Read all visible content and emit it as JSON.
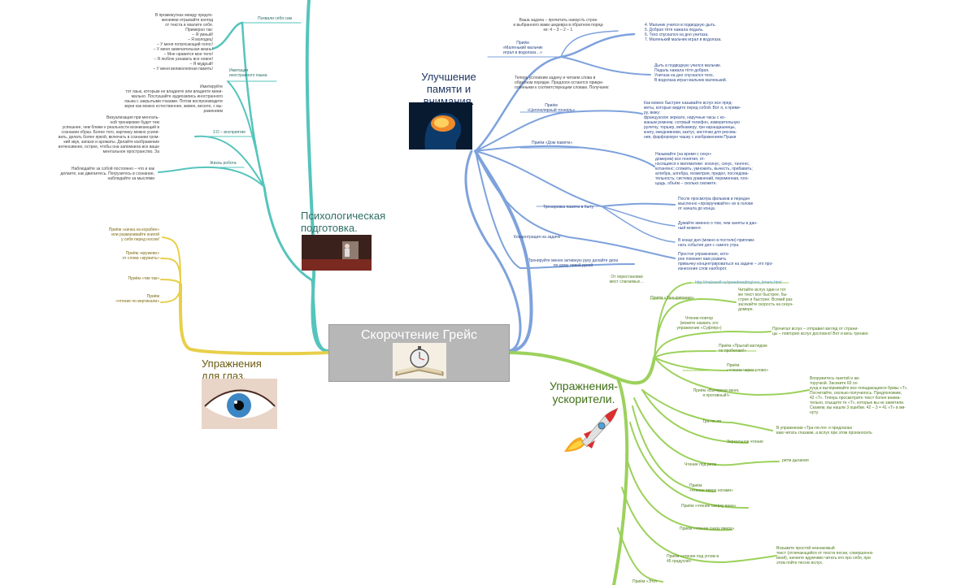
{
  "center": {
    "title": "Скорочтение Грейс"
  },
  "colors": {
    "psych": "#55c4bc",
    "memory": "#7ea2dc",
    "eyes": "#e8cf4a",
    "accel": "#9cd15c"
  },
  "branches": {
    "psych": {
      "title": "Психологическая\nподготовка.",
      "items": [
        {
          "label": "Похвали себя сам",
          "note": "В промежутках между предло-\nжениями отрывайте взгляд\nот текста и хвалите себя.\nПримерно так:\n– Я умный!\n– Я молодец!\n– У меня потрясающий голос!\n– У меня замечательная жизнь!\n– Мне нравится мое тело!\n– Я люблю узнавать все новое!\n– Я мудрый!\n– У меня великолепная память!"
        },
        {
          "label": "Имитация\nиностранного языка",
          "note": "Имитируйте\nтот язык, которым не владеете или владеете мини-\nмально. Послушайте аудиозапись иностранного\nязыка с закрытыми глазами. Потом воспроизводите\nзвуки как можно естественнее, живее, весело, с вы-\nражением"
        },
        {
          "label": "3 D – восприятие",
          "note": "Визуализация при менталь-\nной тренировке будет тем\nуспешнее, чем ближе к реальности возникающий в\nсознании образ. Более того, картинку можно усили-\nвать, делать более яркой, включать в сознании гром-\nкий звук, запахи и ароматы. Делайте изображение\nинтенсивнее, острее, чтобы она запомнила все ваше\nментальное пространство. За"
        },
        {
          "label": "Жизнь робота",
          "note": "Наблюдайте за собой постоянно – что и как\nделаете, как двигаетесь. Погрузитесь в сознание,\nнаблюдайте за мыслями"
        }
      ]
    },
    "memory": {
      "title": "Улучшение\nпамяти и\nвнимания.",
      "items": [
        {
          "label": "Приём\n«Маленький мальчик\nиграл в водолаза…»",
          "note": "Ваша задача – прочитать наизусть строк-\nи выбранного вами шедевра в обратном поряд-\nке: 4 – 3 – 2 – 1."
        },
        {
          "label": "Теперь усложним задачу и читаем слова в\nобратном порядке. Предлоги остаются прикре-\nплёнными к соответствующим словам. Получаем:"
        },
        {
          "label": "4. Мальчик учился в подводную дыть.\n5. Добрая тётя нажала педаль.\n6. Техо спускался на дно унитаза.\n7. Маленький мальчик играл в водолаза."
        },
        {
          "label": "Дыть в подводную учился мальчик.\nПедаль нажала тётя добрая.\nУнитаза на дно спускался техо,\nВ водолаза играл мальчик маленький."
        },
        {
          "label": "Приём\n«Целлюлярный тоннель»",
          "note": "Как можно быстрее называйте вслух все пред-\nметы, которые видите перед собой. Вот я, к приме-\nру, вижу:\nфранцузское зеркало, наручные часы с ко-\nжаным ремнем, сотовый телефон, измерительную\nрулетку, торшер, вебкамеру, три карандашницы,\nкнигу, ежедневники, кактус, кисточки для рисова-\nния, фарфоровую чашку с изображением Пушки"
        },
        {
          "label": "Приём «Дом памяти»",
          "note": "Называйте (на время с секун-\nдомером) все понятия, от-\nносящиеся к математике: косинус, синус, тангенс,\nкотангенс; сложить, умножить, вычесть, прибавить;\nалгебра, алгебра, геометрия, предел, последова-\nтельность; система уравнений, переменная, пло-\nщадь, объём – сколько сможете."
        },
        {
          "label": "Тренировка памяти в быту",
          "notes": [
            "После просмотра фильмов и передач\nмысленно «прокручивайте» их в голове\nот начала до конца.",
            "Думайте именно о том, чем заняты в дан-\nный момент.",
            "В конце дня (можно в постели) припоми-\nнать события дня с самого утра."
          ]
        },
        {
          "label": "Концентрация на задаче",
          "note": "Простое упражнение, кото-\nрое поможет вам развить\nпривычку концентрироваться на задаче – это про-\nизнесение слов наоборот."
        },
        {
          "label": "Тренируйте менее активную руку делайте дела\nпо дому левой рукой"
        }
      ]
    },
    "eyes": {
      "title": "Упражнения\nдля глаз.",
      "items": [
        {
          "label": "Приём «качка на корабле»\nили размахивайте книгой\nу себя перед носом!"
        },
        {
          "label": "Приём «кружево»\nот слова «кружить»"
        },
        {
          "label": "Приём «тик-так»"
        },
        {
          "label": "Приём\n«чтение по вертикали»"
        }
      ]
    },
    "accel": {
      "title": "Упражнения-\nускорители.",
      "items": [
        {
          "label": "От перестановки\nмест слагаемых…",
          "note": "http://makeself.ru/speedreading/vox_timers.html"
        },
        {
          "label": "Приём «Заныривание»",
          "note": "Читайте вслух один и тот\nже текст все быстрее, бы-\nстрее и быстрее. Всякий раз\nзасекайте скорость на секун-\nдомере."
        },
        {
          "label": "Чтение-повтор\n(можете назвать это\nупражнение «Суфлёр»)",
          "note": "Прочитал вслух – отправил взгляд от страни-\nцы – повторил вслух дословно! Вот и весь тренинг."
        },
        {
          "label": "Приём «Прыгай взглядом\nпо пробелам!»"
        },
        {
          "label": "Приём\n«чтение через слово»"
        },
        {
          "label": "Приём «Вычеркни меня,\nя противный!»",
          "note": "Вооружитесь газетой и ав-\nторучкой. Засеките 60 се-\nкунд и вычёркивайте все попадающиеся буквы «Т».\nПосчитайте, сколько получилось. Предположим,\n42 «Т». Теперь просмотрите текст более внима-\nтельно, отыщите те «Т», которые вы не заметили.\nСкажем, вы нашли 3 ошибки. 42 – 3 = 41 «Т» в ми-\nнуту."
        },
        {
          "label": "Тра-ля-ля",
          "note": "В упражнении «Тра-ля-ля» я предлагаю\nвам читать глазами, а вслух при этом произносить"
        },
        {
          "label": "Зеркальное чтение"
        },
        {
          "label": "Чтение под ритм",
          "note": "ритм дыхания"
        },
        {
          "label": "Приём\n«чтение вверх ногами»"
        },
        {
          "label": "Приём «чтение сверху вниз»"
        },
        {
          "label": "Приём «чтение снизу вверх»"
        },
        {
          "label": "Приём «чтение под углом в\n45 градусов»",
          "note": "Возьмите простой незнакомый\nтекст (отличающийся от текста песни, совершенно\nиной), начните вдумчиво читать его про себя, при\nэтом пойте песню вслух."
        },
        {
          "label": "Приём «Этот"
        }
      ]
    }
  }
}
